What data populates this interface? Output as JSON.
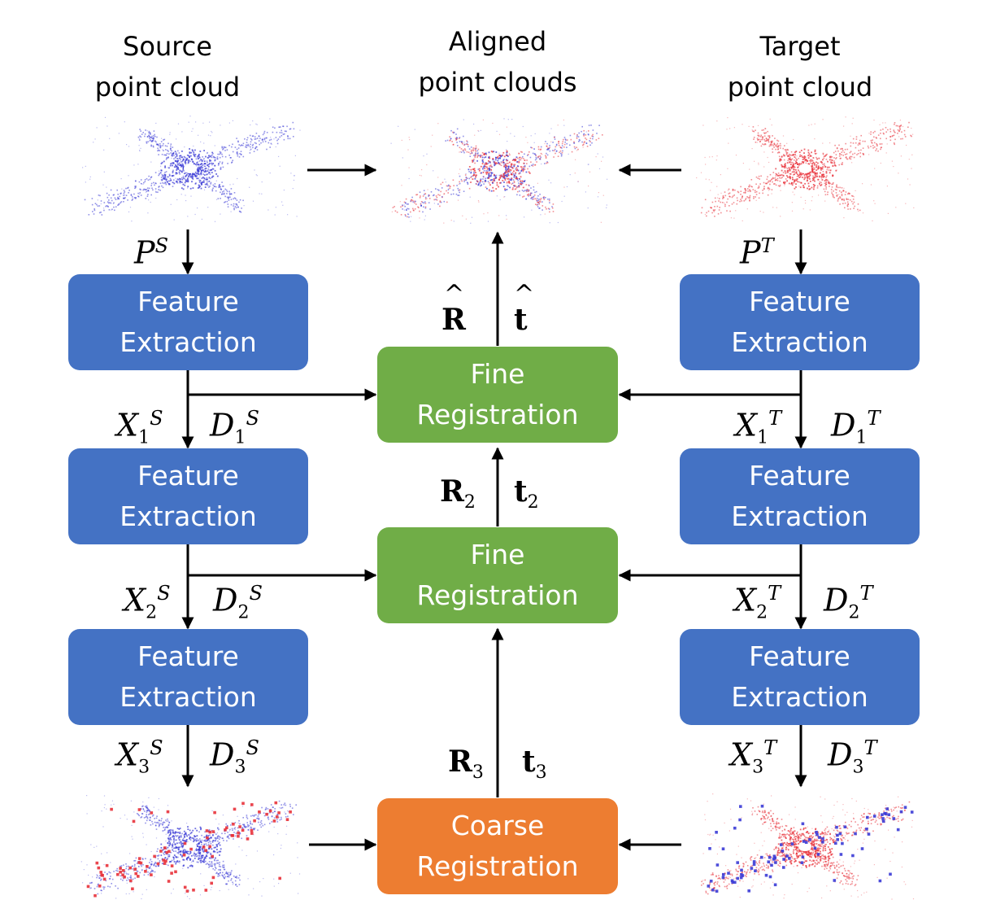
{
  "captions": {
    "source_line1": "Source",
    "source_line2": "point cloud",
    "aligned_line1": "Aligned",
    "aligned_line2": "point clouds",
    "target_line1": "Target",
    "target_line2": "point cloud"
  },
  "boxes": {
    "feature_line1": "Feature",
    "feature_line2": "Extraction",
    "fine_line1": "Fine",
    "fine_line2": "Registration",
    "coarse_line1": "Coarse",
    "coarse_line2": "Registration"
  },
  "symbols": {
    "P": "P",
    "X": "X",
    "D": "D",
    "src_sup": "S",
    "tgt_sup": "T",
    "i1": "1",
    "i2": "2",
    "i3": "3",
    "R": "R",
    "t": "t",
    "hat": "^"
  },
  "colors": {
    "feature": "#4472c4",
    "fine": "#70ad47",
    "coarse": "#ed7d31",
    "source_points": "#3b3bd6",
    "target_points": "#e8313a"
  }
}
